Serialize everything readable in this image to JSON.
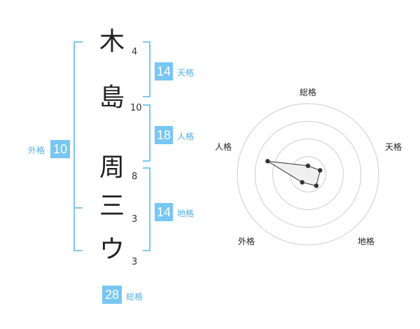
{
  "name": {
    "characters": [
      {
        "char": "木",
        "strokes": "4"
      },
      {
        "char": "島",
        "strokes": "10"
      },
      {
        "char": "周",
        "strokes": "8"
      },
      {
        "char": "三",
        "strokes": "3"
      },
      {
        "char": "ウ",
        "strokes": "3"
      }
    ]
  },
  "fortune": {
    "tenkaku": {
      "label": "天格",
      "value": "14"
    },
    "jinkaku": {
      "label": "人格",
      "value": "18"
    },
    "chikaku": {
      "label": "地格",
      "value": "14"
    },
    "gaikaku": {
      "label": "外格",
      "value": "10"
    },
    "soukaku": {
      "label": "総格",
      "value": "28"
    }
  },
  "colors": {
    "accent": "#77c6f4",
    "bracket": "#7cc8f2",
    "grid": "#cccccc",
    "polygon_fill": "#eeeeee",
    "point": "#333333"
  },
  "chart_data": {
    "type": "radar",
    "axes": [
      "総格",
      "天格",
      "地格",
      "外格",
      "人格"
    ],
    "values": [
      0.12,
      0.18,
      0.2,
      0.14,
      0.6
    ],
    "rings": 4,
    "grid": true
  }
}
